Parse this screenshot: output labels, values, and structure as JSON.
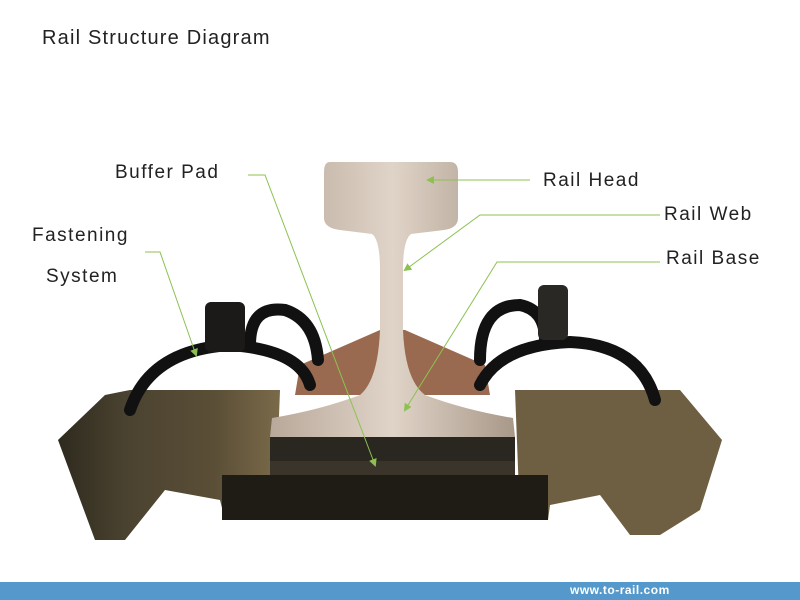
{
  "title": "Rail Structure Diagram",
  "labels": {
    "buffer_pad": "Buffer Pad",
    "rail_head": "Rail Head",
    "rail_web": "Rail Web",
    "rail_base": "Rail Base",
    "fastening_line1": "Fastening",
    "fastening_line2": "System"
  },
  "footer": {
    "url": "www.to-rail.com"
  },
  "colors": {
    "footer": "#5599cc",
    "arrow": "#8cc152",
    "leader": "#9aa58a"
  }
}
